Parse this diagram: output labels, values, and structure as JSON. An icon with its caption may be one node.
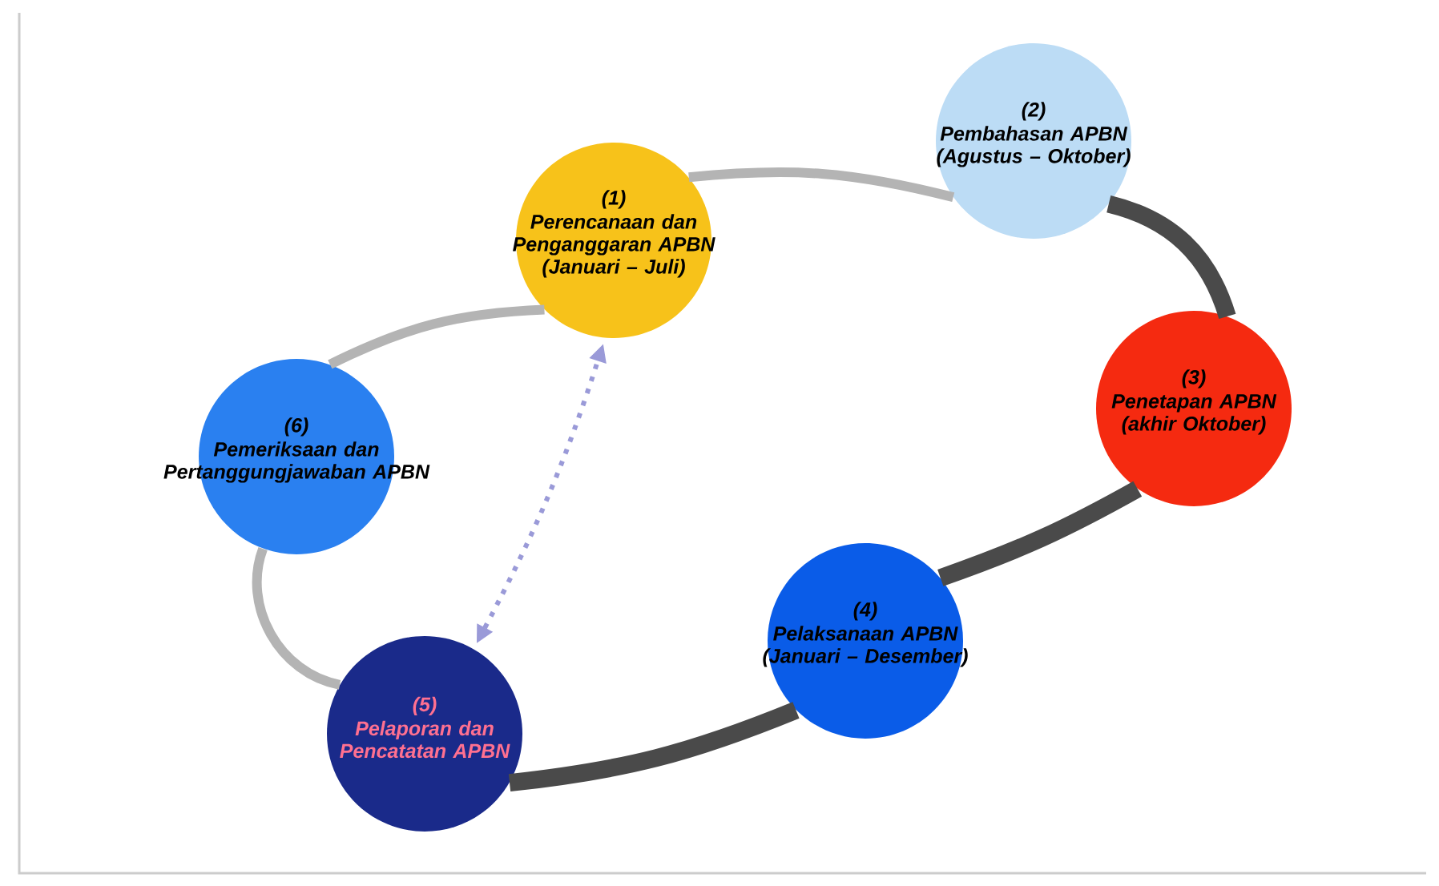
{
  "diagram": {
    "nodes": [
      {
        "text": [
          "(1)",
          "Perencanaan dan Penganggaran APBN (Januari – Juli)"
        ]
      },
      {
        "text": [
          "(2)",
          "Pembahasan APBN (Agustus – Oktober)"
        ]
      },
      {
        "text": [
          "(3)",
          "Penetapan APBN (akhir Oktober)"
        ]
      },
      {
        "text": [
          "(4)",
          "Pelaksanaan APBN (Januari – Desember)"
        ]
      },
      {
        "text": [
          "(5)",
          "Pelaporan dan Pencatatan APBN"
        ]
      },
      {
        "text": [
          "(6)",
          "Pemeriksaan dan Pertanggungjawaban APBN"
        ]
      }
    ],
    "edges": [
      {
        "from": 0,
        "to": 1,
        "arrow": "none"
      },
      {
        "from": 1,
        "to": 2,
        "arrow": "none",
        "style": "thick",
        "color": "#4a4a4a"
      },
      {
        "from": 2,
        "to": 3,
        "arrow": "none",
        "style": "thick",
        "color": "#4a4a4a"
      },
      {
        "from": 3,
        "to": 4,
        "arrow": "none",
        "style": "thick",
        "color": "#4a4a4a"
      },
      {
        "from": 4,
        "to": 5,
        "arrow": "none"
      },
      {
        "from": 5,
        "to": 0,
        "arrow": "none"
      },
      {
        "from": 4,
        "to": 0,
        "arrow": "both",
        "style": "dashed",
        "color": "#9a9ad8"
      }
    ]
  }
}
